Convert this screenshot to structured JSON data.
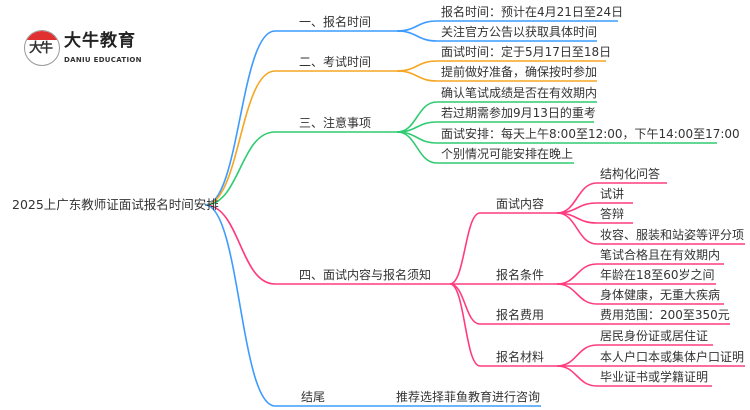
{
  "logo": {
    "mark": "大牛",
    "name": "大牛教育",
    "subtitle": "DANIU EDUCATION"
  },
  "root": "2025上广东教师证面试报名时间安排",
  "colors": {
    "b1": "#3d9bff",
    "b2": "#f5a623",
    "b3": "#2ecc71",
    "b4": "#ff3b7f",
    "b5": "#3d9bff"
  },
  "branches": [
    {
      "label": "一、报名时间",
      "children": [
        "报名时间：预计在4月21日至24日",
        "关注官方公告以获取具体时间"
      ]
    },
    {
      "label": "二、考试时间",
      "children": [
        "面试时间：定于5月17日至18日",
        "提前做好准备，确保按时参加"
      ]
    },
    {
      "label": "三、注意事项",
      "children": [
        "确认笔试成绩是否在有效期内",
        "若过期需参加9月13日的重考",
        "面试安排：每天上午8:00至12:00，下午14:00至17:00",
        "个别情况可能安排在晚上"
      ]
    },
    {
      "label": "四、面试内容与报名须知",
      "children": [
        {
          "label": "面试内容",
          "children": [
            "结构化问答",
            "试讲",
            "答辩",
            "妆容、服装和站姿等评分项"
          ]
        },
        {
          "label": "报名条件",
          "children": [
            "笔试合格且在有效期内",
            "年龄在18至60岁之间",
            "身体健康，无重大疾病"
          ]
        },
        {
          "label": "报名费用",
          "children": [
            "费用范围：200至350元"
          ]
        },
        {
          "label": "报名材料",
          "children": [
            "居民身份证或居住证",
            "本人户口本或集体户口证明",
            "毕业证书或学籍证明"
          ]
        }
      ]
    },
    {
      "label": "结尾",
      "children": [
        "推荐选择菲鱼教育进行咨询"
      ]
    }
  ]
}
